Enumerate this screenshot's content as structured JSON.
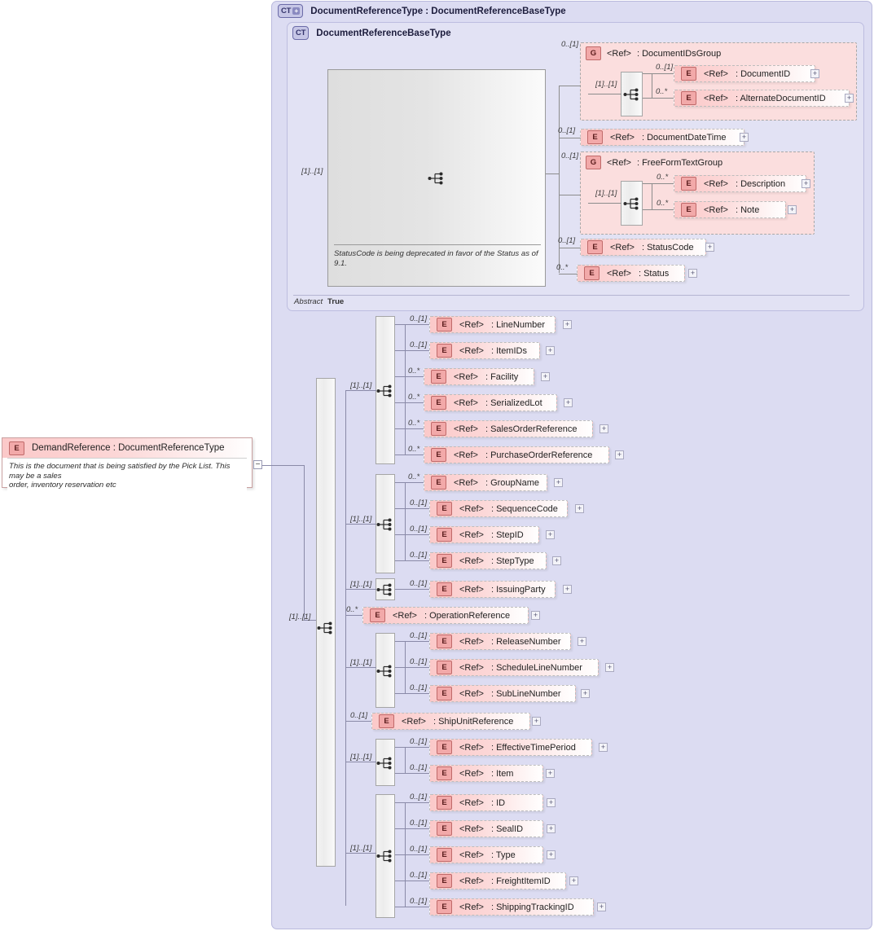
{
  "diagram": {
    "title": "DocumentReferenceType : DocumentReferenceBaseType",
    "base_title": "DocumentReferenceBaseType",
    "ct_badge": "CT",
    "ct_badge_plus": "+",
    "group_badge": "G",
    "element_badge": "E",
    "ref_text": "<Ref>",
    "expand_glyph": "+",
    "collapse_glyph": "−"
  },
  "root": {
    "badge": "E",
    "title": "DemandReference : DocumentReferenceType",
    "annotation_line1": "This is the document that is being satisfied by the Pick List. This may be a sales",
    "annotation_line2": "order, inventory reservation etc"
  },
  "abstract_box": {
    "note": "StatusCode is being deprecated in favor of the Status as of 9.1.",
    "footer_key": "Abstract",
    "footer_value": "True"
  },
  "base_children": [
    {
      "card": "0..[1]",
      "kind": "group",
      "name": ": DocumentIDsGroup",
      "label": "DocumentIDsGroup"
    },
    {
      "card": "0..[1]",
      "kind": "element",
      "name": ": DocumentDateTime",
      "label": "DocumentDateTime"
    },
    {
      "card": "0..[1]",
      "kind": "group",
      "name": ": FreeFormTextGroup",
      "label": "FreeFormTextGroup"
    },
    {
      "card": "0..[1]",
      "kind": "element",
      "name": ": StatusCode",
      "label": "StatusCode"
    },
    {
      "card": "0..*",
      "kind": "element",
      "name": ": Status",
      "label": "Status"
    }
  ],
  "document_ids_group": {
    "seq_card": "[1]..[1]",
    "children": [
      {
        "card": "0..[1]",
        "name": ": DocumentID",
        "label": "DocumentID"
      },
      {
        "card": "0..*",
        "name": ": AlternateDocumentID",
        "label": "AlternateDocumentID"
      }
    ]
  },
  "freeform_text_group": {
    "seq_card": "[1]..[1]",
    "children": [
      {
        "card": "0..*",
        "name": ": Description",
        "label": "Description"
      },
      {
        "card": "0..*",
        "name": ": Note",
        "label": "Note"
      }
    ]
  },
  "main_seq_card": "[1]..[1]",
  "base_seq_card": "[1]..[1]",
  "groups": [
    {
      "id": "group-1",
      "seq_card": "[1]..[1]",
      "children": [
        {
          "card": "0..[1]",
          "name": ": LineNumber",
          "label": "LineNumber"
        },
        {
          "card": "0..[1]",
          "name": ": ItemIDs",
          "label": "ItemIDs"
        },
        {
          "card": "0..*",
          "name": ": Facility",
          "label": "Facility"
        },
        {
          "card": "0..*",
          "name": ": SerializedLot",
          "label": "SerializedLot"
        },
        {
          "card": "0..*",
          "name": ": SalesOrderReference",
          "label": "SalesOrderReference"
        },
        {
          "card": "0..*",
          "name": ": PurchaseOrderReference",
          "label": "PurchaseOrderReference"
        }
      ]
    },
    {
      "id": "group-2",
      "seq_card": "[1]..[1]",
      "children": [
        {
          "card": "0..*",
          "name": ": GroupName",
          "label": "GroupName"
        },
        {
          "card": "0..[1]",
          "name": ": SequenceCode",
          "label": "SequenceCode"
        },
        {
          "card": "0..[1]",
          "name": ": StepID",
          "label": "StepID"
        },
        {
          "card": "0..[1]",
          "name": ": StepType",
          "label": "StepType"
        }
      ]
    },
    {
      "id": "group-3",
      "seq_card": "[1]..[1]",
      "children": [
        {
          "card": "0..[1]",
          "name": ": IssuingParty",
          "label": "IssuingParty"
        }
      ]
    },
    {
      "id": "group-4",
      "seq_card": "[1]..[1]",
      "children": [
        {
          "card": "0..[1]",
          "name": ": ReleaseNumber",
          "label": "ReleaseNumber"
        },
        {
          "card": "0..[1]",
          "name": ": ScheduleLineNumber",
          "label": "ScheduleLineNumber"
        },
        {
          "card": "0..[1]",
          "name": ": SubLineNumber",
          "label": "SubLineNumber"
        }
      ]
    },
    {
      "id": "group-5",
      "seq_card": "[1]..[1]",
      "children": [
        {
          "card": "0..[1]",
          "name": ": EffectiveTimePeriod",
          "label": "EffectiveTimePeriod"
        },
        {
          "card": "0..[1]",
          "name": ": Item",
          "label": "Item"
        }
      ]
    },
    {
      "id": "group-6",
      "seq_card": "[1]..[1]",
      "children": [
        {
          "card": "0..[1]",
          "name": ": ID",
          "label": "ID"
        },
        {
          "card": "0..[1]",
          "name": ": SealID",
          "label": "SealID"
        },
        {
          "card": "0..[1]",
          "name": ": Type",
          "label": "Type"
        },
        {
          "card": "0..[1]",
          "name": ": FreightItemID",
          "label": "FreightItemID"
        },
        {
          "card": "0..[1]",
          "name": ": ShippingTrackingID",
          "label": "ShippingTrackingID"
        }
      ]
    }
  ],
  "direct_children": [
    {
      "card": "0..*",
      "name": ": OperationReference",
      "label": "OperationReference"
    },
    {
      "card": "0..[1]",
      "name": ": ShipUnitReference",
      "label": "ShipUnitReference"
    }
  ],
  "colors": {
    "container_fill": "#dcdcf2",
    "inner_fill": "#e2e2f4",
    "element_fill": "#fbc9c9",
    "group_fill": "#fbdede",
    "badge_border": "#c06a6a",
    "line": "#8a8aa8"
  }
}
